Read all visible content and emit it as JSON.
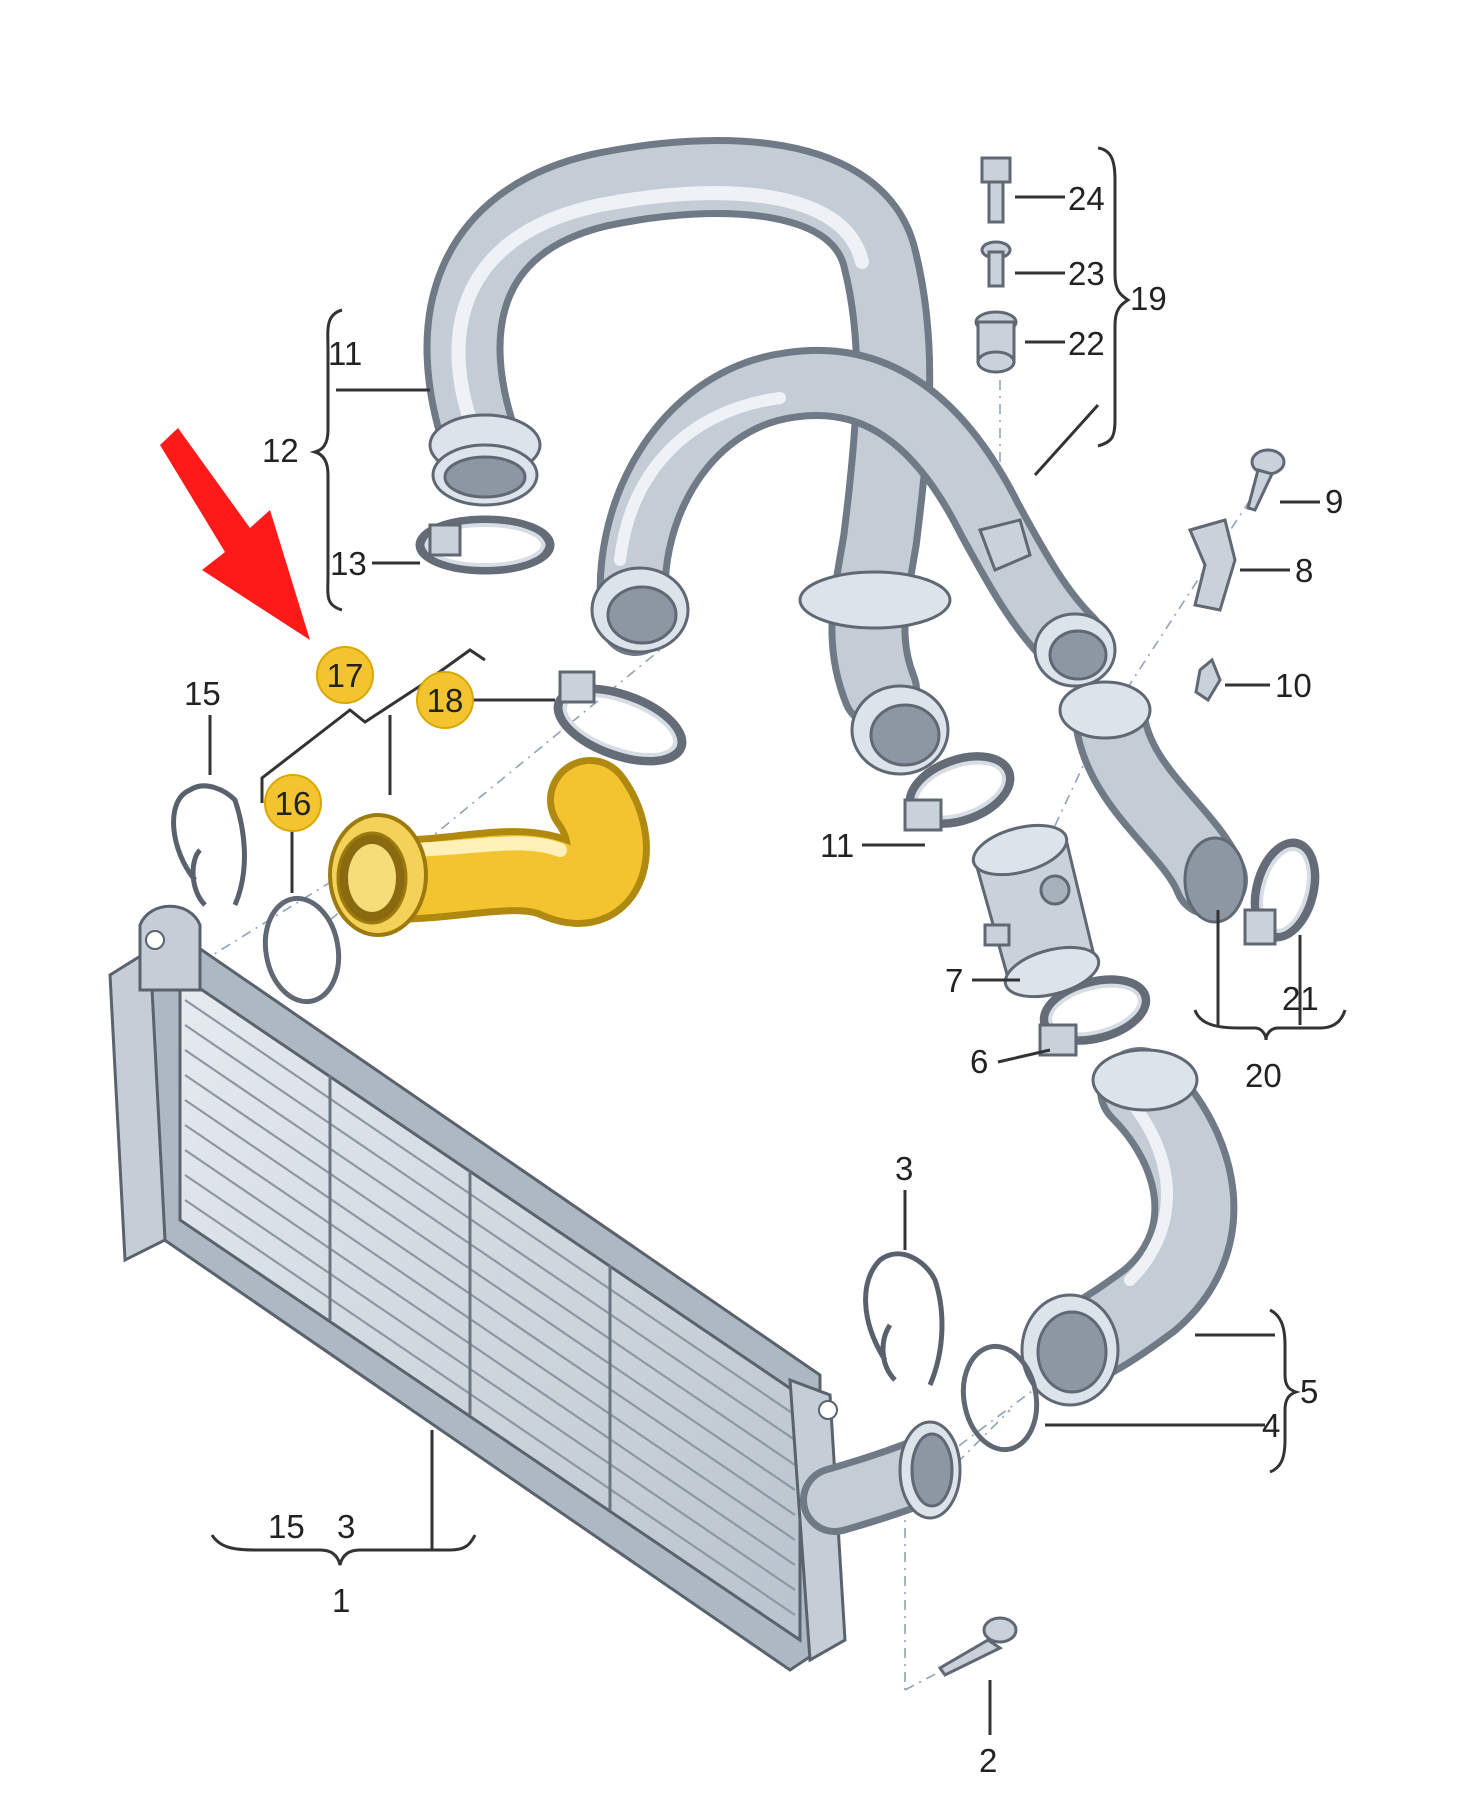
{
  "diagram": {
    "colors": {
      "highlight": "#f4c430",
      "pipe": "#c4cdd6",
      "arrow": "#ff1a1a"
    },
    "icons": [
      "arrow-pointer-icon"
    ],
    "labels": {
      "l1": "1",
      "l2": "2",
      "l3a": "3",
      "l3b": "3",
      "l4": "4",
      "l5": "5",
      "l6": "6",
      "l7": "7",
      "l8": "8",
      "l9": "9",
      "l10": "10",
      "l11a": "11",
      "l11b": "11",
      "l12": "12",
      "l13": "13",
      "l15a": "15",
      "l15b": "15",
      "l16": "16",
      "l17": "17",
      "l18": "18",
      "l19": "19",
      "l20": "20",
      "l21": "21",
      "l22": "22",
      "l23": "23",
      "l24": "24"
    }
  }
}
